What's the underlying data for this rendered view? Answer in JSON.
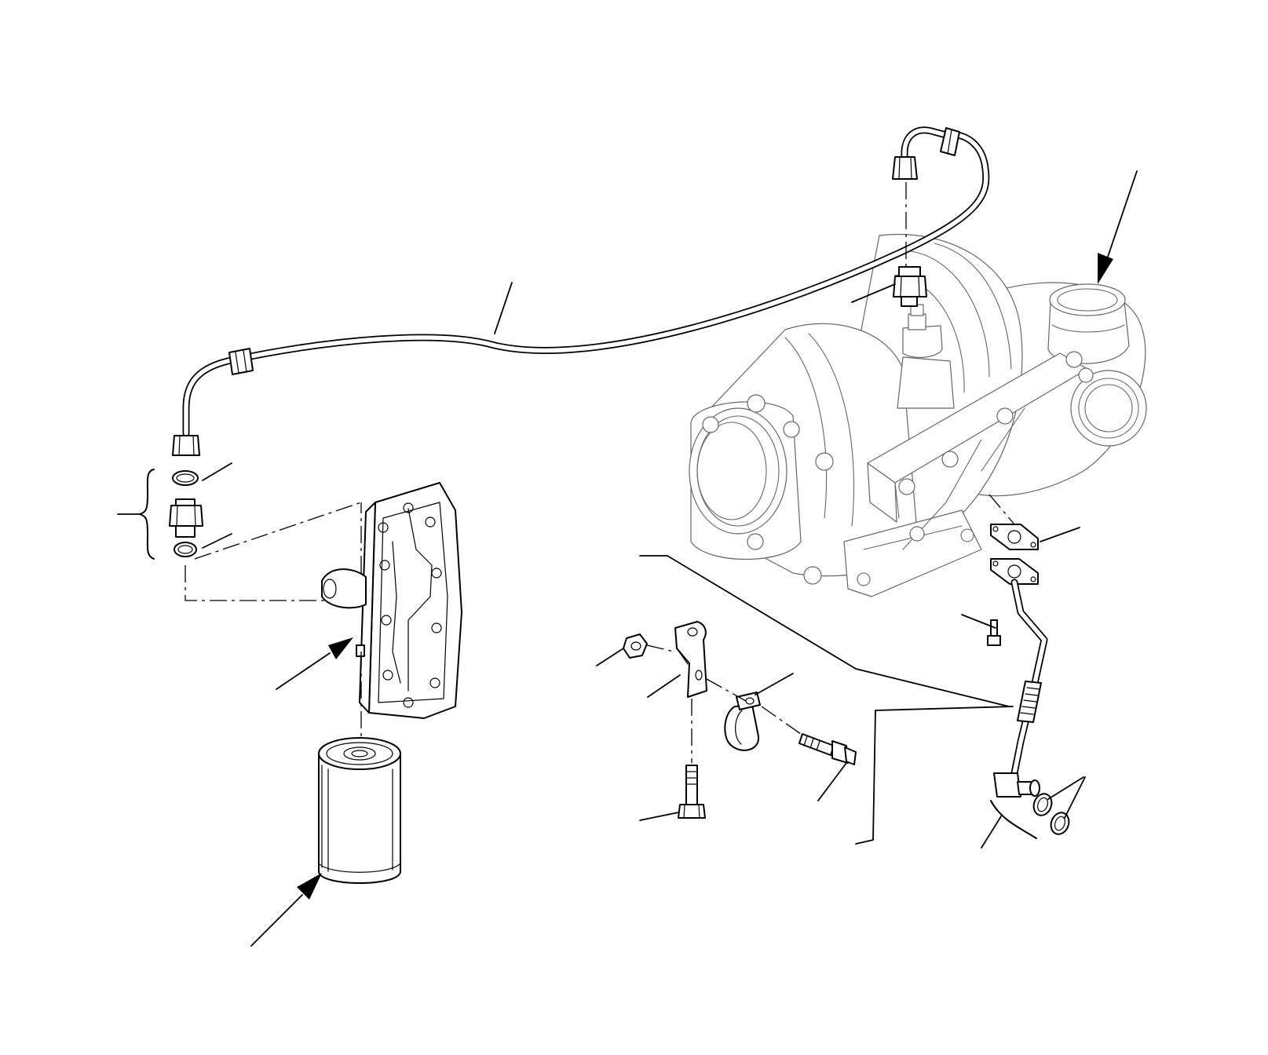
{
  "figure": {
    "type": "exploded-parts-diagram",
    "line_color": "#000000",
    "background": "#ffffff",
    "callout_labels": []
  },
  "parts": [
    {
      "id": "oil-supply-pipe",
      "kind": "pipe"
    },
    {
      "id": "turbocharger",
      "kind": "assembly"
    },
    {
      "id": "oil-filter-head",
      "kind": "housing"
    },
    {
      "id": "oil-filter",
      "kind": "cartridge"
    },
    {
      "id": "adapter-fitting-set",
      "kind": "fitting-with-o-rings"
    },
    {
      "id": "oil-drain-pipe",
      "kind": "pipe"
    },
    {
      "id": "drain-gasket-upper",
      "kind": "gasket"
    },
    {
      "id": "drain-gasket-lower",
      "kind": "gasket"
    },
    {
      "id": "drain-o-rings",
      "kind": "o-ring-pair"
    },
    {
      "id": "support-bracket",
      "kind": "bracket"
    },
    {
      "id": "p-clip",
      "kind": "clip"
    },
    {
      "id": "nut",
      "kind": "fastener"
    },
    {
      "id": "bracket-bolt",
      "kind": "fastener"
    },
    {
      "id": "clip-bolt",
      "kind": "fastener"
    },
    {
      "id": "drain-flange-bolt",
      "kind": "fastener"
    }
  ]
}
